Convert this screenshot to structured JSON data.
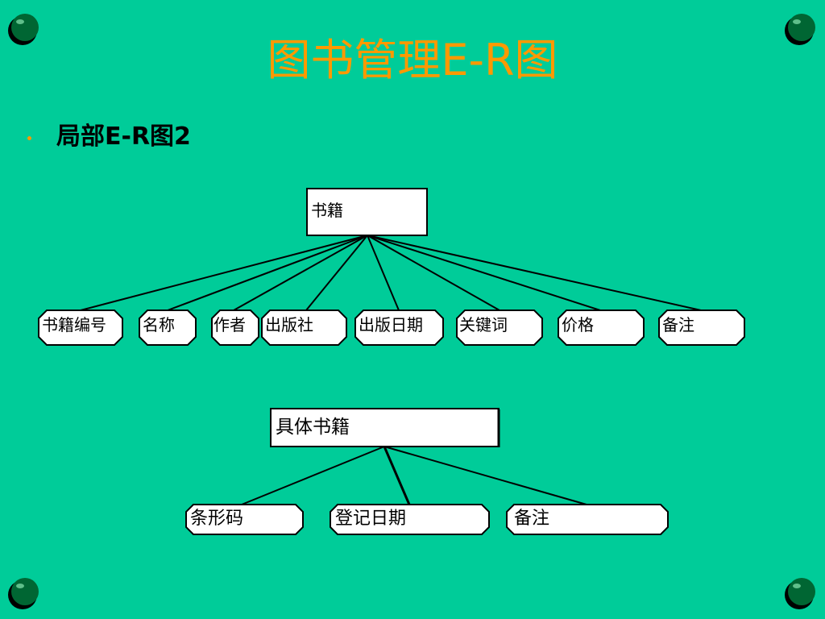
{
  "slide": {
    "title": "图书管理E-R图",
    "bullet": "局部E-R图2"
  },
  "colors": {
    "background": "#00CC99",
    "title": "#FF9900",
    "bullet": "#FF9900",
    "dot_fill": "#006633"
  },
  "diagram1": {
    "entity": "书籍",
    "attributes": [
      "书籍编号",
      "名称",
      "作者",
      "出版社",
      "出版日期",
      "关键词",
      "价格",
      "备注"
    ]
  },
  "diagram2": {
    "entity": "具体书籍",
    "attributes": [
      "条形码",
      "登记日期",
      "备注"
    ]
  }
}
